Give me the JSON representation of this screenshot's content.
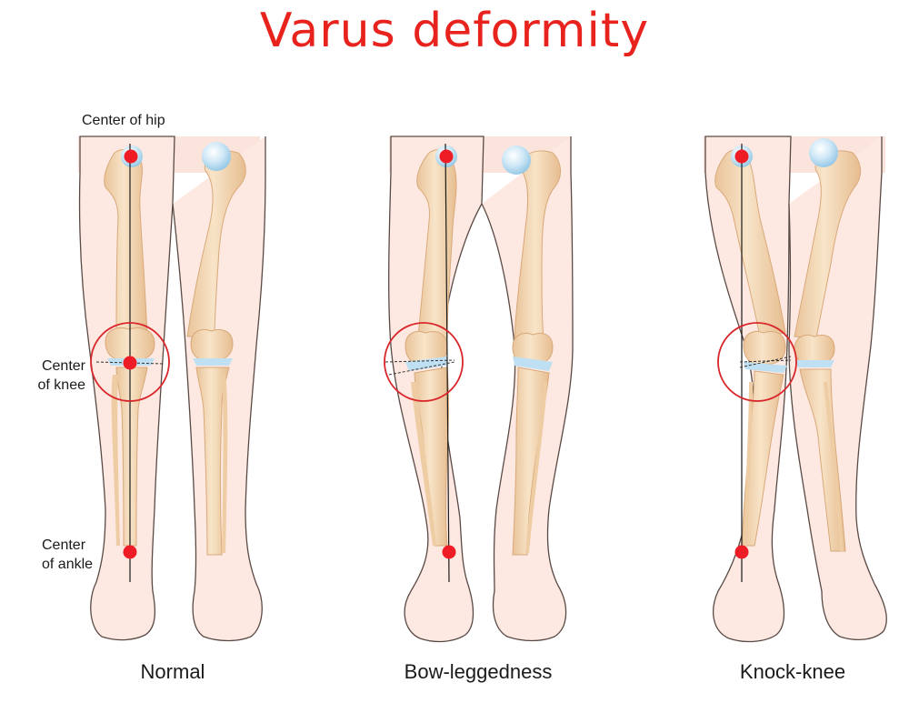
{
  "title": "Varus deformity",
  "labels": {
    "hip": "Center of hip",
    "knee_line1": "Center",
    "knee_line2": "of knee",
    "ankle_line1": "Center",
    "ankle_line2": "of ankle"
  },
  "panels": [
    {
      "caption": "Normal"
    },
    {
      "caption": "Bow-leggedness"
    },
    {
      "caption": "Knock-knee"
    }
  ],
  "colors": {
    "title": "#e8231d",
    "skin": "#fde9e2",
    "skin_outline": "#5a4a45",
    "bone": "#f3d5b0",
    "cartilage": "#bfe0f2",
    "marker": "#ee1c24",
    "circle": "#d9262a"
  }
}
